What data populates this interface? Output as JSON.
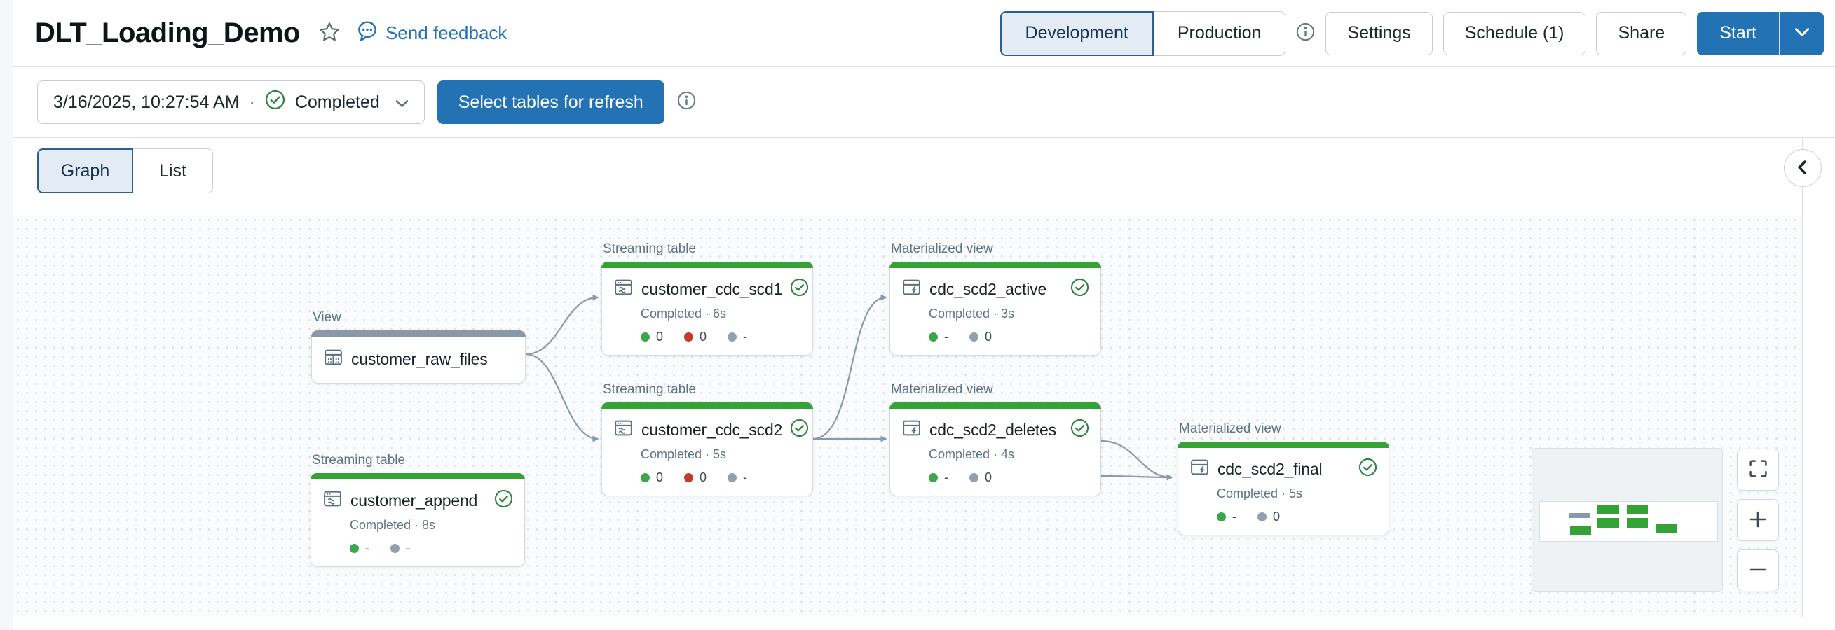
{
  "header": {
    "title": "DLT_Loading_Demo",
    "feedback_label": "Send feedback",
    "env_tabs": [
      {
        "label": "Development",
        "selected": true
      },
      {
        "label": "Production",
        "selected": false
      }
    ],
    "settings_label": "Settings",
    "schedule_label": "Schedule (1)",
    "share_label": "Share",
    "start_label": "Start"
  },
  "run_bar": {
    "timestamp": "3/16/2025, 10:27:54 AM",
    "separator": "·",
    "status_label": "Completed",
    "refresh_label": "Select tables for refresh"
  },
  "view_tabs": [
    {
      "label": "Graph",
      "selected": true
    },
    {
      "label": "List",
      "selected": false
    }
  ],
  "colors": {
    "accent_blue": "#2272B4",
    "success_green": "#35A235",
    "metric_green": "#3BA64C",
    "metric_red": "#C53B2A",
    "metric_gray": "#90A0AE",
    "edge_gray": "#8B99AB"
  },
  "canvas": {
    "nodes": [
      {
        "type_label": "View",
        "name": "customer_raw_files",
        "status": "",
        "metrics": []
      },
      {
        "type_label": "Streaming table",
        "name": "customer_cdc_scd1",
        "status": "Completed · 6s",
        "metrics": [
          {
            "color": "green",
            "value": "0"
          },
          {
            "color": "red",
            "value": "0"
          },
          {
            "color": "gray",
            "value": "-"
          }
        ]
      },
      {
        "type_label": "Streaming table",
        "name": "customer_cdc_scd2",
        "status": "Completed · 5s",
        "metrics": [
          {
            "color": "green",
            "value": "0"
          },
          {
            "color": "red",
            "value": "0"
          },
          {
            "color": "gray",
            "value": "-"
          }
        ]
      },
      {
        "type_label": "Materialized view",
        "name": "cdc_scd2_active",
        "status": "Completed · 3s",
        "metrics": [
          {
            "color": "green",
            "value": "-"
          },
          {
            "color": "gray",
            "value": "0"
          }
        ]
      },
      {
        "type_label": "Materialized view",
        "name": "cdc_scd2_deletes",
        "status": "Completed · 4s",
        "metrics": [
          {
            "color": "green",
            "value": "-"
          },
          {
            "color": "gray",
            "value": "0"
          }
        ]
      },
      {
        "type_label": "Materialized view",
        "name": "cdc_scd2_final",
        "status": "Completed · 5s",
        "metrics": [
          {
            "color": "green",
            "value": "-"
          },
          {
            "color": "gray",
            "value": "0"
          }
        ]
      },
      {
        "type_label": "Streaming table",
        "name": "customer_append",
        "status": "Completed · 8s",
        "metrics": [
          {
            "color": "green",
            "value": "-"
          },
          {
            "color": "gray",
            "value": "-"
          }
        ]
      }
    ],
    "edges": [
      {
        "from": "customer_raw_files",
        "to": "customer_cdc_scd1"
      },
      {
        "from": "customer_raw_files",
        "to": "customer_cdc_scd2"
      },
      {
        "from": "customer_cdc_scd2",
        "to": "cdc_scd2_active"
      },
      {
        "from": "customer_cdc_scd2",
        "to": "cdc_scd2_deletes"
      },
      {
        "from": "customer_cdc_scd2",
        "to": "cdc_scd2_final"
      },
      {
        "from": "cdc_scd2_deletes",
        "to": "cdc_scd2_final"
      }
    ]
  },
  "minimap": {
    "nodes": [
      {
        "name": "customer_raw_files",
        "color": "gray"
      },
      {
        "name": "customer_append",
        "color": "green"
      },
      {
        "name": "customer_cdc_scd1",
        "color": "green"
      },
      {
        "name": "customer_cdc_scd2",
        "color": "green"
      },
      {
        "name": "cdc_scd2_active",
        "color": "green"
      },
      {
        "name": "cdc_scd2_deletes",
        "color": "green"
      },
      {
        "name": "cdc_scd2_final",
        "color": "green"
      }
    ]
  }
}
